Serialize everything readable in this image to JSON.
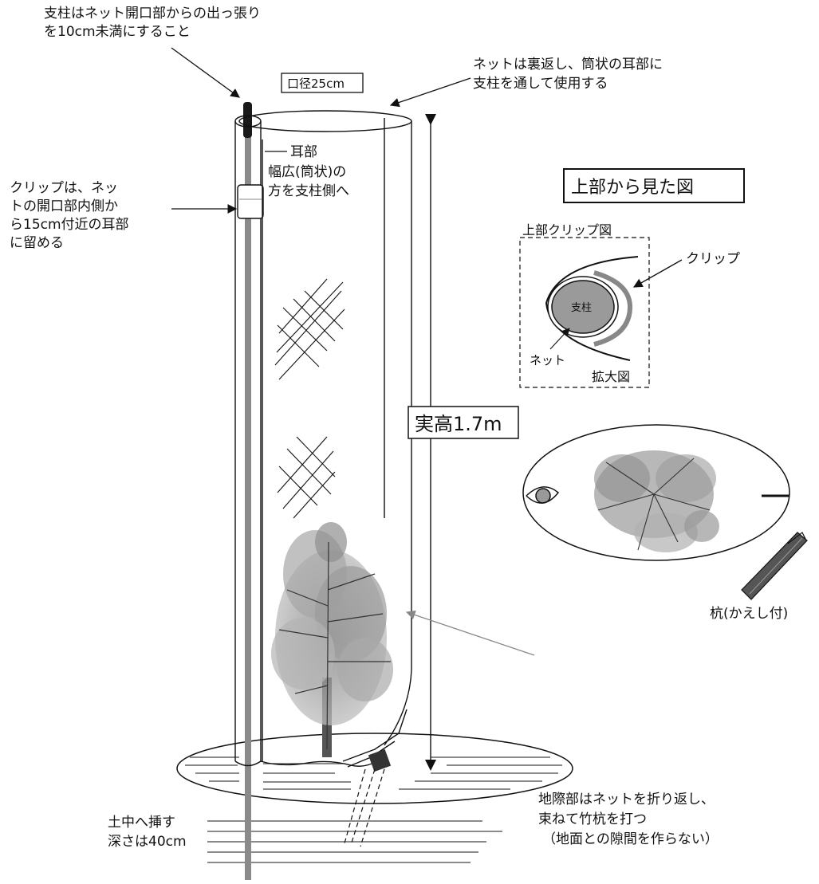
{
  "annotations": {
    "pole_protrusion": [
      "支柱はネット開口部からの出っ張り",
      "を10cm未満にすること"
    ],
    "diameter": "口径25cm",
    "net_usage": [
      "ネットは裏返し、筒状の耳部に",
      "支柱を通して使用する"
    ],
    "ear_part": "耳部",
    "wide_side": [
      "幅広(筒状)の",
      "方を支柱側へ"
    ],
    "clip_instruction": [
      "クリップは、ネッ",
      "トの開口部内側か",
      "ら15cm付近の耳部",
      "に留める"
    ],
    "actual_height": "実高1.7m",
    "insert_soil": "土中へ挿す",
    "depth": "深さは40cm",
    "ground_fold": [
      "地際部はネットを折り返し、",
      "束ねて竹杭を打つ",
      "（地面との隙間を作らない）"
    ]
  },
  "top_view": {
    "title": "上部から見た図",
    "clip_box_title": "上部クリップ図",
    "pole_label": "支柱",
    "clip_label": "クリップ",
    "net_label": "ネット",
    "enlarged_label": "拡大図",
    "stake_label": "杭(かえし付)"
  },
  "colors": {
    "line": "#111111",
    "pole": "#8a8a8a",
    "pole_top": "#1a1a1a",
    "foliage": "#9a9a9a",
    "ground_hatch": "#444444"
  }
}
